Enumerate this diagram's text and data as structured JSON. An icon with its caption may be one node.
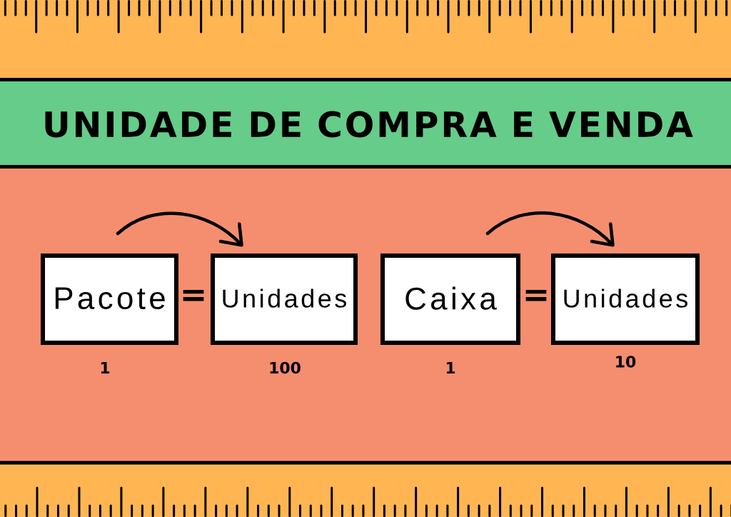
{
  "diagram": {
    "title": "UNIDADE DE COMPRA E VENDA",
    "nodes": [
      {
        "text": [
          "Pacote"
        ],
        "beside": [
          "1"
        ]
      },
      {
        "text": [
          "Unidades"
        ],
        "beside": [
          "100"
        ]
      },
      {
        "text": [
          "Caixa"
        ],
        "beside": [
          "1"
        ]
      },
      {
        "text": [
          "Unidades"
        ],
        "beside": [
          "10"
        ]
      }
    ],
    "edges": [
      {
        "from": 0,
        "to": 1,
        "arrow": "to"
      },
      {
        "from": 2,
        "to": 3,
        "arrow": "to"
      }
    ],
    "labels": [
      "=",
      "="
    ]
  }
}
